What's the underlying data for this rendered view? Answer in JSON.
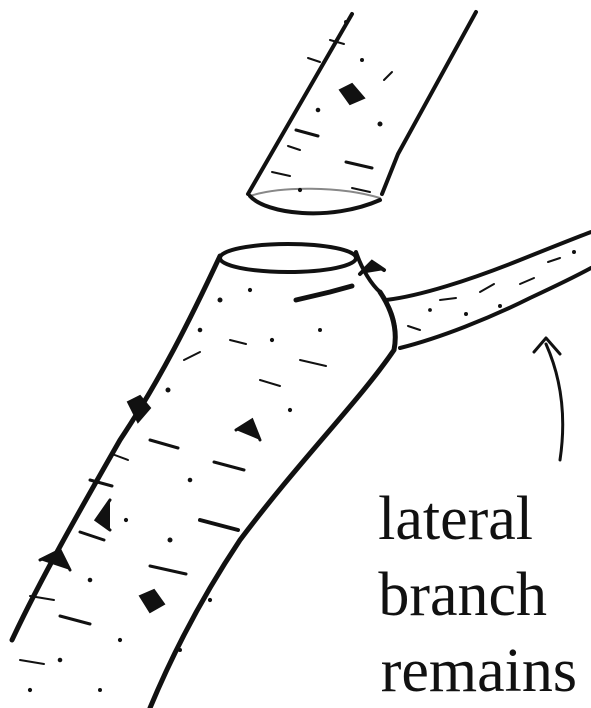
{
  "label": {
    "lines": [
      "lateral",
      "branch",
      "remains"
    ]
  },
  "colors": {
    "ink": "#111111",
    "background": "#ffffff"
  }
}
